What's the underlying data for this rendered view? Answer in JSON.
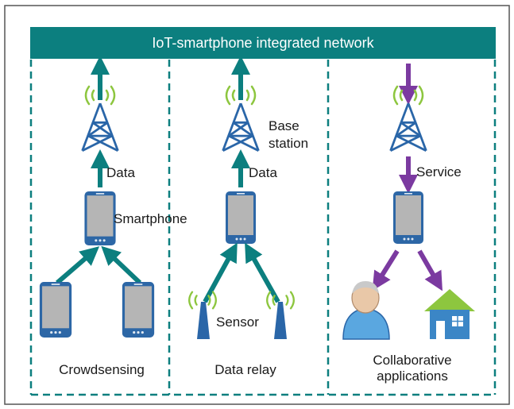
{
  "banner": {
    "title": "IoT-smartphone integrated network"
  },
  "panels": [
    {
      "caption": "Crowdsensing",
      "arrow_label": "Data",
      "device_label": "Smartphone"
    },
    {
      "caption": "Data relay",
      "arrow_label": "Data",
      "tower_label_line1": "Base",
      "tower_label_line2": "station",
      "sensor_label": "Sensor"
    },
    {
      "caption_line1": "Collaborative",
      "caption_line2": "applications",
      "arrow_label": "Service"
    }
  ],
  "colors": {
    "teal": "#0c7f7f",
    "purple": "#7b3aa0",
    "tower_blue": "#2a66a8",
    "signal_green": "#8dc63f",
    "phone_screen": "#b5b5b5",
    "house_blue": "#3b86c6",
    "person_blue": "#5aa7e0",
    "frame_gray": "#555555"
  }
}
